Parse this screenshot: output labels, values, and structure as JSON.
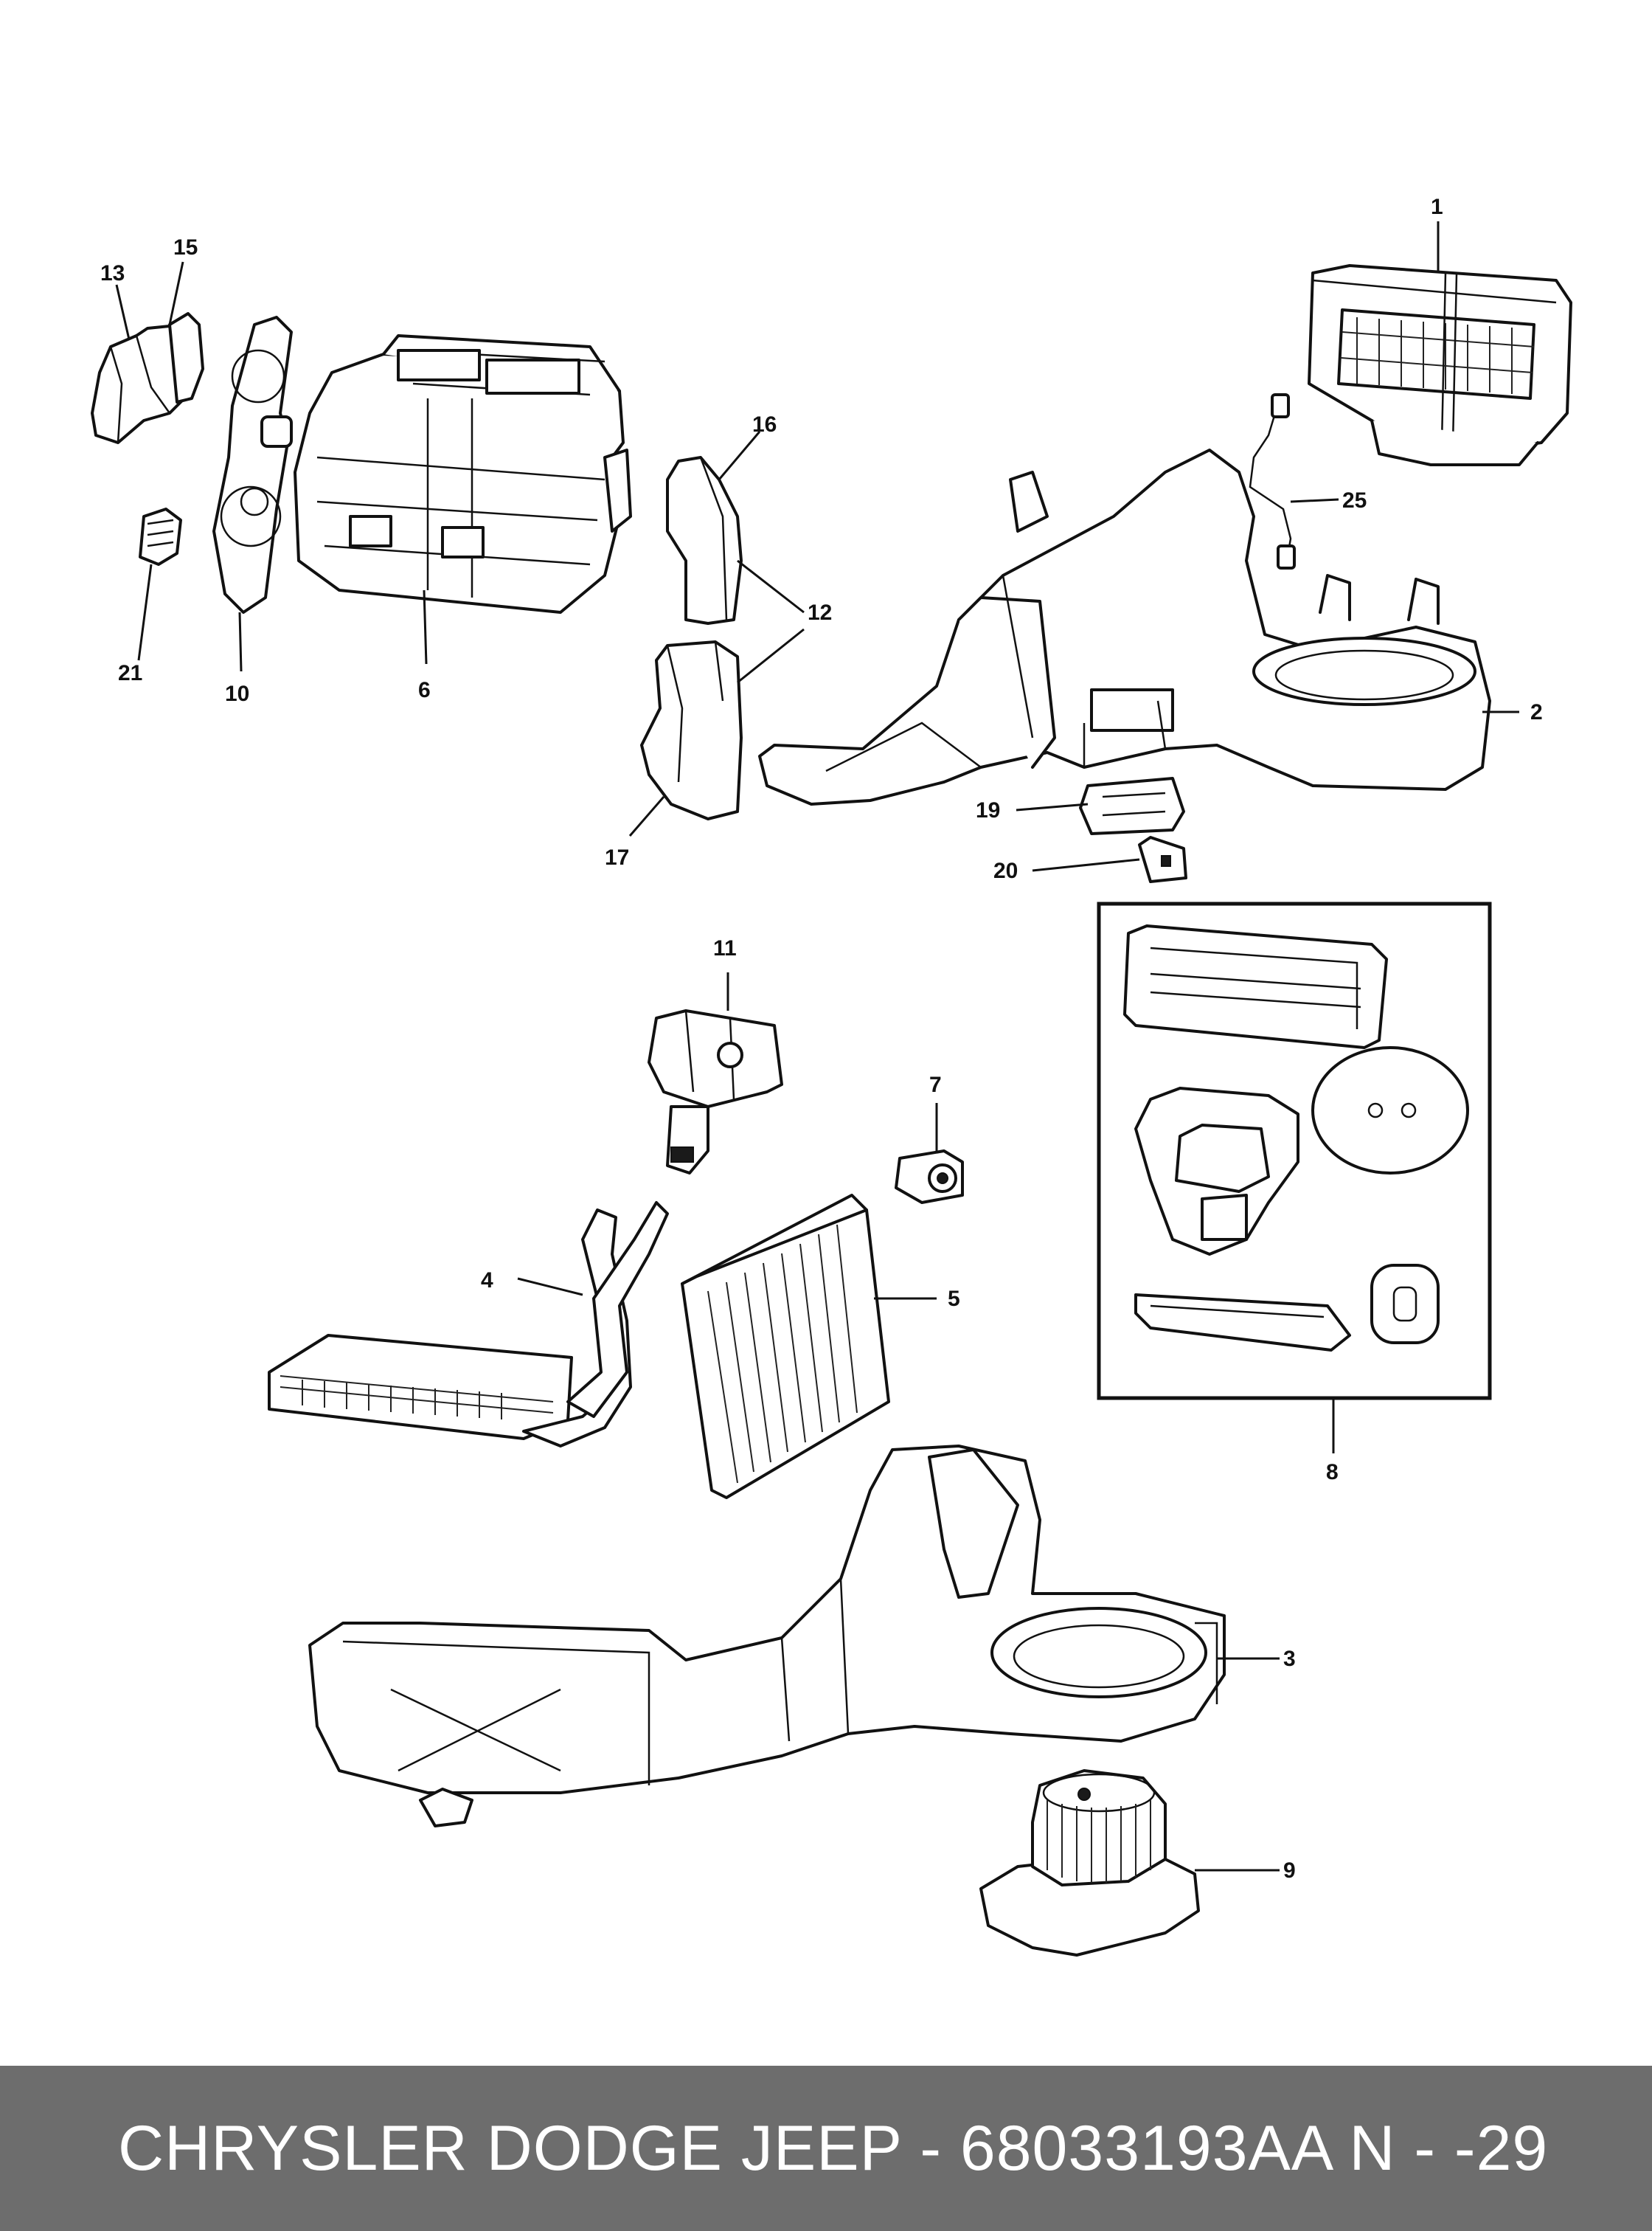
{
  "callouts": [
    {
      "id": "c1",
      "label": "1"
    },
    {
      "id": "c2",
      "label": "2"
    },
    {
      "id": "c3",
      "label": "3"
    },
    {
      "id": "c4",
      "label": "4"
    },
    {
      "id": "c5",
      "label": "5"
    },
    {
      "id": "c6",
      "label": "6"
    },
    {
      "id": "c7",
      "label": "7"
    },
    {
      "id": "c8",
      "label": "8"
    },
    {
      "id": "c9",
      "label": "9"
    },
    {
      "id": "c10",
      "label": "10"
    },
    {
      "id": "c11",
      "label": "11"
    },
    {
      "id": "c12",
      "label": "12"
    },
    {
      "id": "c13",
      "label": "13"
    },
    {
      "id": "c15",
      "label": "15"
    },
    {
      "id": "c16",
      "label": "16"
    },
    {
      "id": "c17",
      "label": "17"
    },
    {
      "id": "c19",
      "label": "19"
    },
    {
      "id": "c20",
      "label": "20"
    },
    {
      "id": "c21",
      "label": "21"
    },
    {
      "id": "c25",
      "label": "25"
    }
  ],
  "footer": {
    "text": "CHRYSLER DODGE JEEP - 68033193AA     N - -29"
  }
}
